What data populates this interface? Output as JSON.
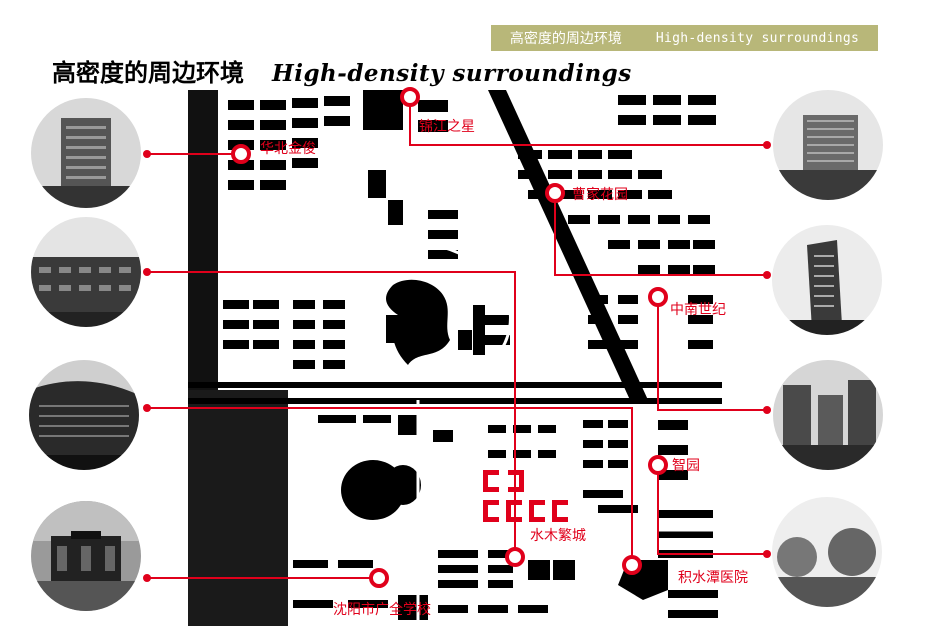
{
  "banner": {
    "zh": "高密度的周边环境",
    "en": "High-density surroundings"
  },
  "title": {
    "zh": "高密度的周边环境",
    "en": "High-density surroundings"
  },
  "colors": {
    "accent": "#e0001b",
    "banner_bg": "#b8b779",
    "map_ink": "#000000"
  },
  "locations": [
    {
      "name": "锦江之星"
    },
    {
      "name": "华北金俊"
    },
    {
      "name": "曹家花园"
    },
    {
      "name": "中南世纪"
    },
    {
      "name": "智园"
    },
    {
      "name": "水木繁城"
    },
    {
      "name": "积水潭医院"
    },
    {
      "name": "沈阳市广全学校"
    }
  ]
}
